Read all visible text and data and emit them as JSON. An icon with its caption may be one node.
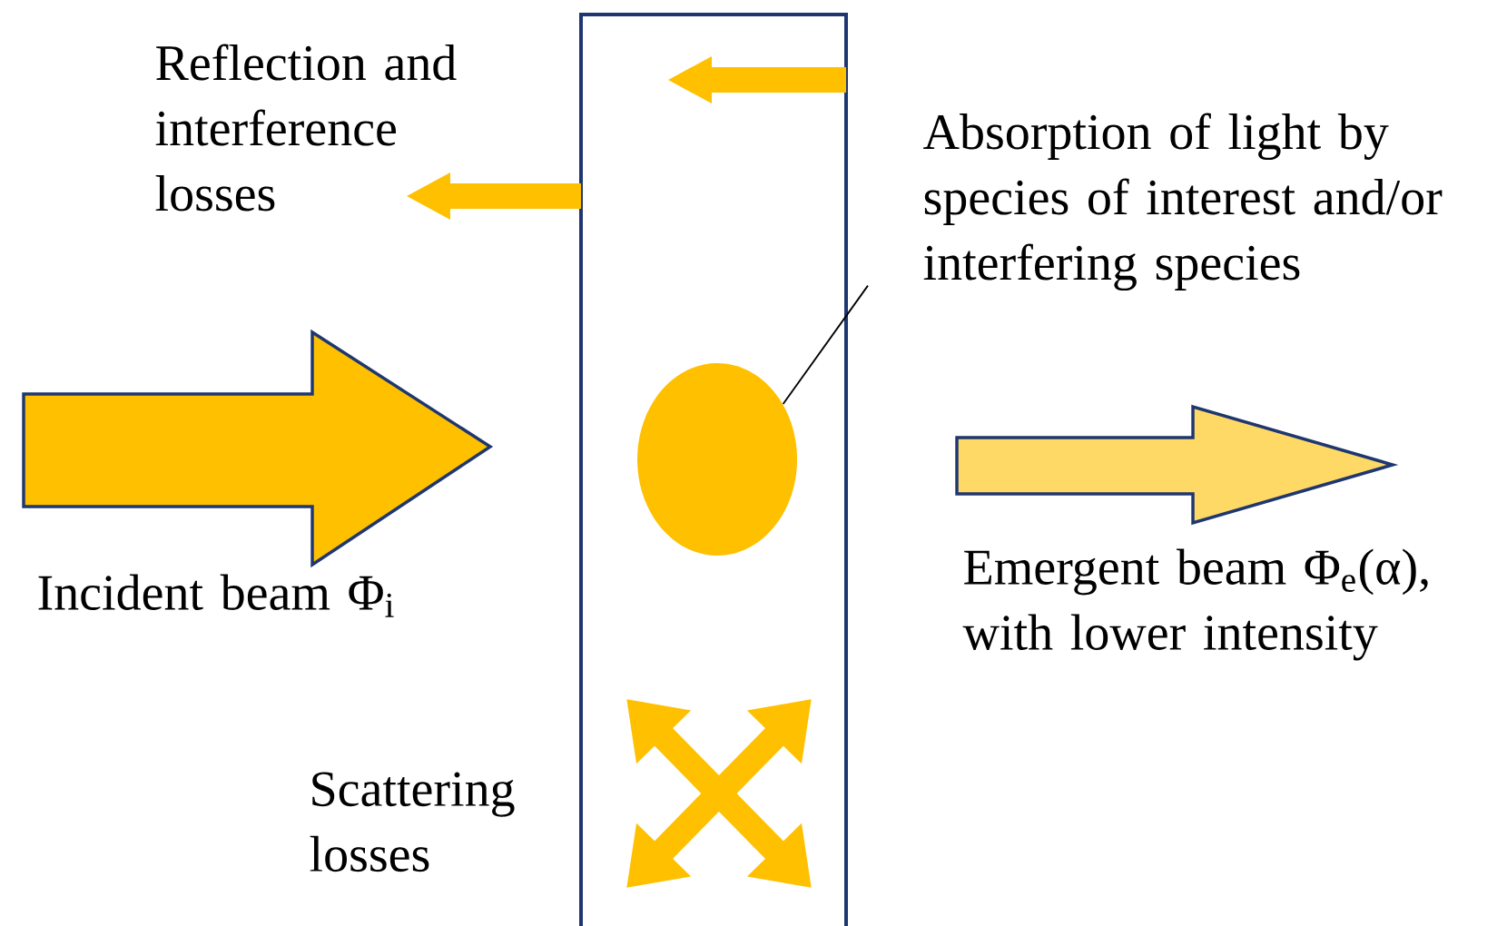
{
  "diagram": {
    "nodes": [
      {
        "text": [],
        "shape": "box"
      },
      {
        "text": [
          "Absorption of light by species of interest and/or interfering species"
        ]
      },
      {
        "text": [],
        "shape": "circle",
        "in": 0
      },
      {
        "text": [],
        "shape": "arrow",
        "beside": [
          "Incident beam Φ$_{i}$"
        ]
      },
      {
        "text": [],
        "shape": "arrow",
        "beside": [
          "Emergent beam Φ$_{e}$(α), with lower intensity"
        ]
      }
    ],
    "edges": [
      {
        "from": 1,
        "to": 2,
        "arrow": "none"
      }
    ],
    "labels": [
      "Reflection and interference losses",
      "Scattering losses"
    ]
  }
}
